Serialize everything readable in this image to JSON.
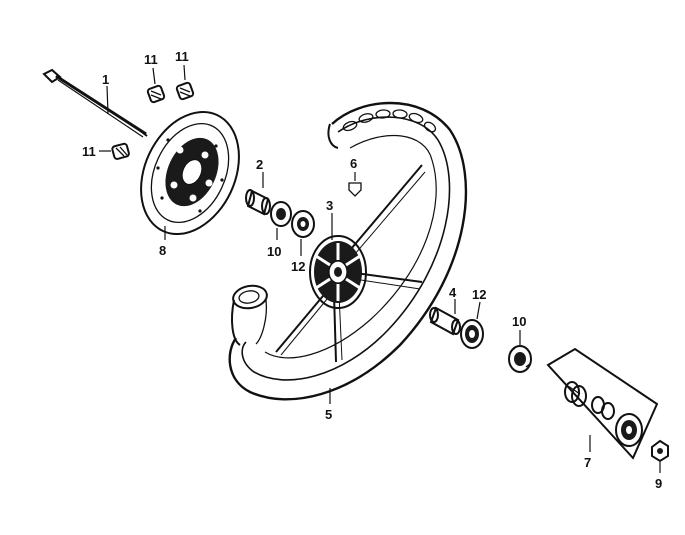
{
  "labels": {
    "axle": "1",
    "collar": "2",
    "hub": "3",
    "spacer": "4",
    "tire": "5",
    "valve": "6",
    "speedo_gear": "7",
    "brake_disc": "8",
    "axle_nut": "9",
    "oil_seal_left": "10",
    "oil_seal_right": "10",
    "bearing_left": "12",
    "bearing_right": "12",
    "disc_bolt_a": "11",
    "disc_bolt_b": "11",
    "disc_bolt_c": "11"
  }
}
